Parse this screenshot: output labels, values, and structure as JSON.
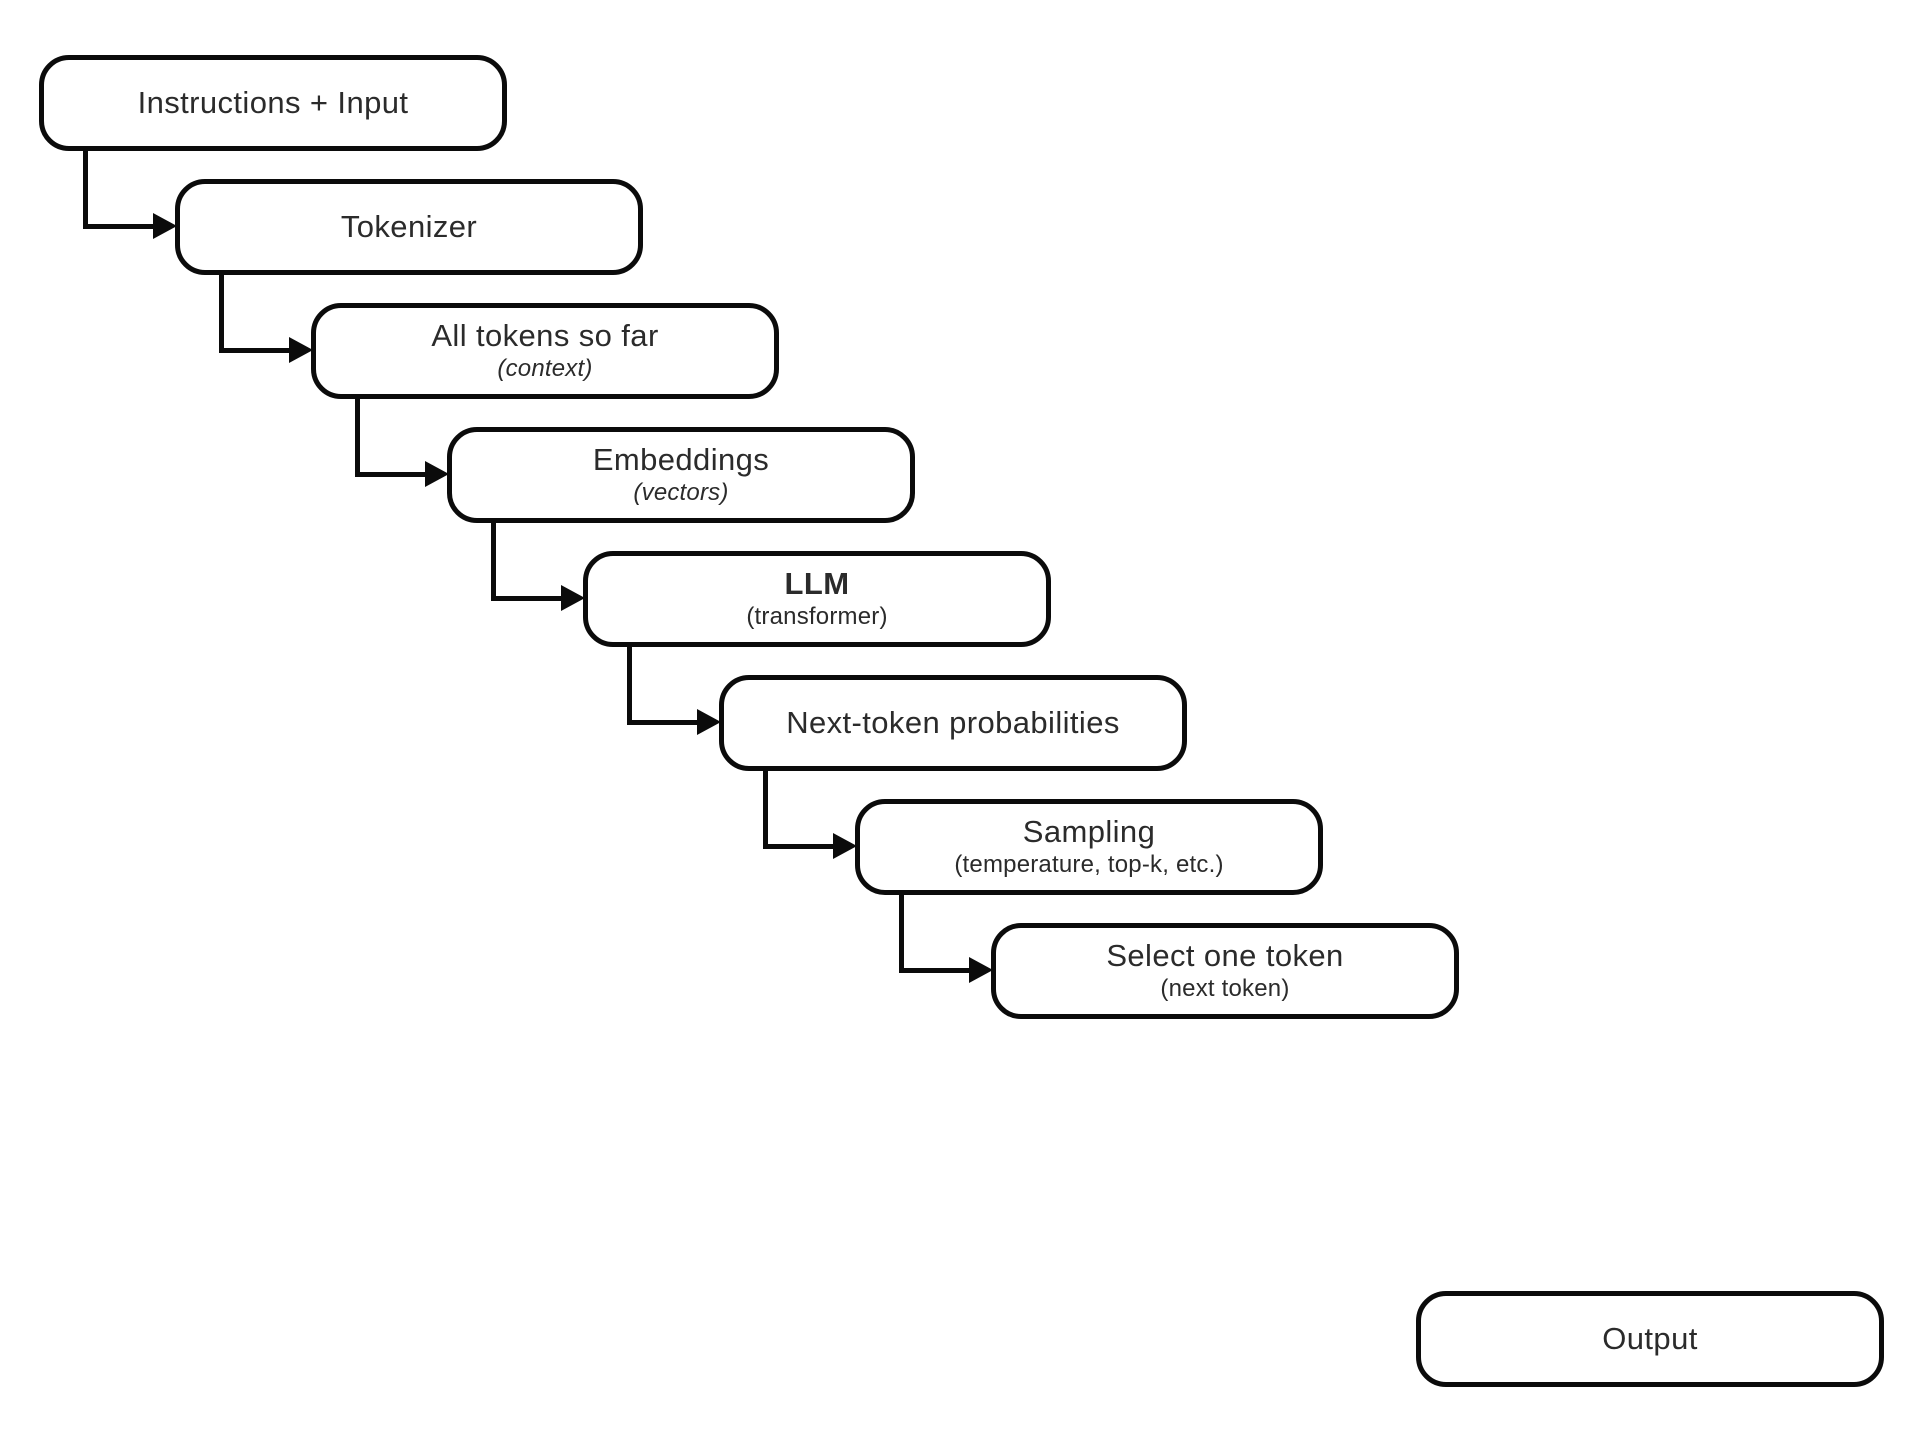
{
  "diagram": {
    "nodes": [
      {
        "label": "Instructions + Input",
        "sublabel": ""
      },
      {
        "label": "Tokenizer",
        "sublabel": ""
      },
      {
        "label": "All tokens so far",
        "sublabel": "(context)"
      },
      {
        "label": "Embeddings",
        "sublabel": "(vectors)"
      },
      {
        "label": "LLM",
        "sublabel": "(transformer)"
      },
      {
        "label": "Next-token probabilities",
        "sublabel": ""
      },
      {
        "label": "Sampling",
        "sublabel": "(temperature, top-k, etc.)"
      },
      {
        "label": "Select one token",
        "sublabel": "(next token)"
      },
      {
        "label": "Output",
        "sublabel": ""
      }
    ],
    "colors": {
      "background": "#ffffff",
      "box_fill": "#ffffff",
      "box_border": "#0b0b0b",
      "text": "#2b2b2b",
      "arrow": "#0b0b0b"
    }
  }
}
